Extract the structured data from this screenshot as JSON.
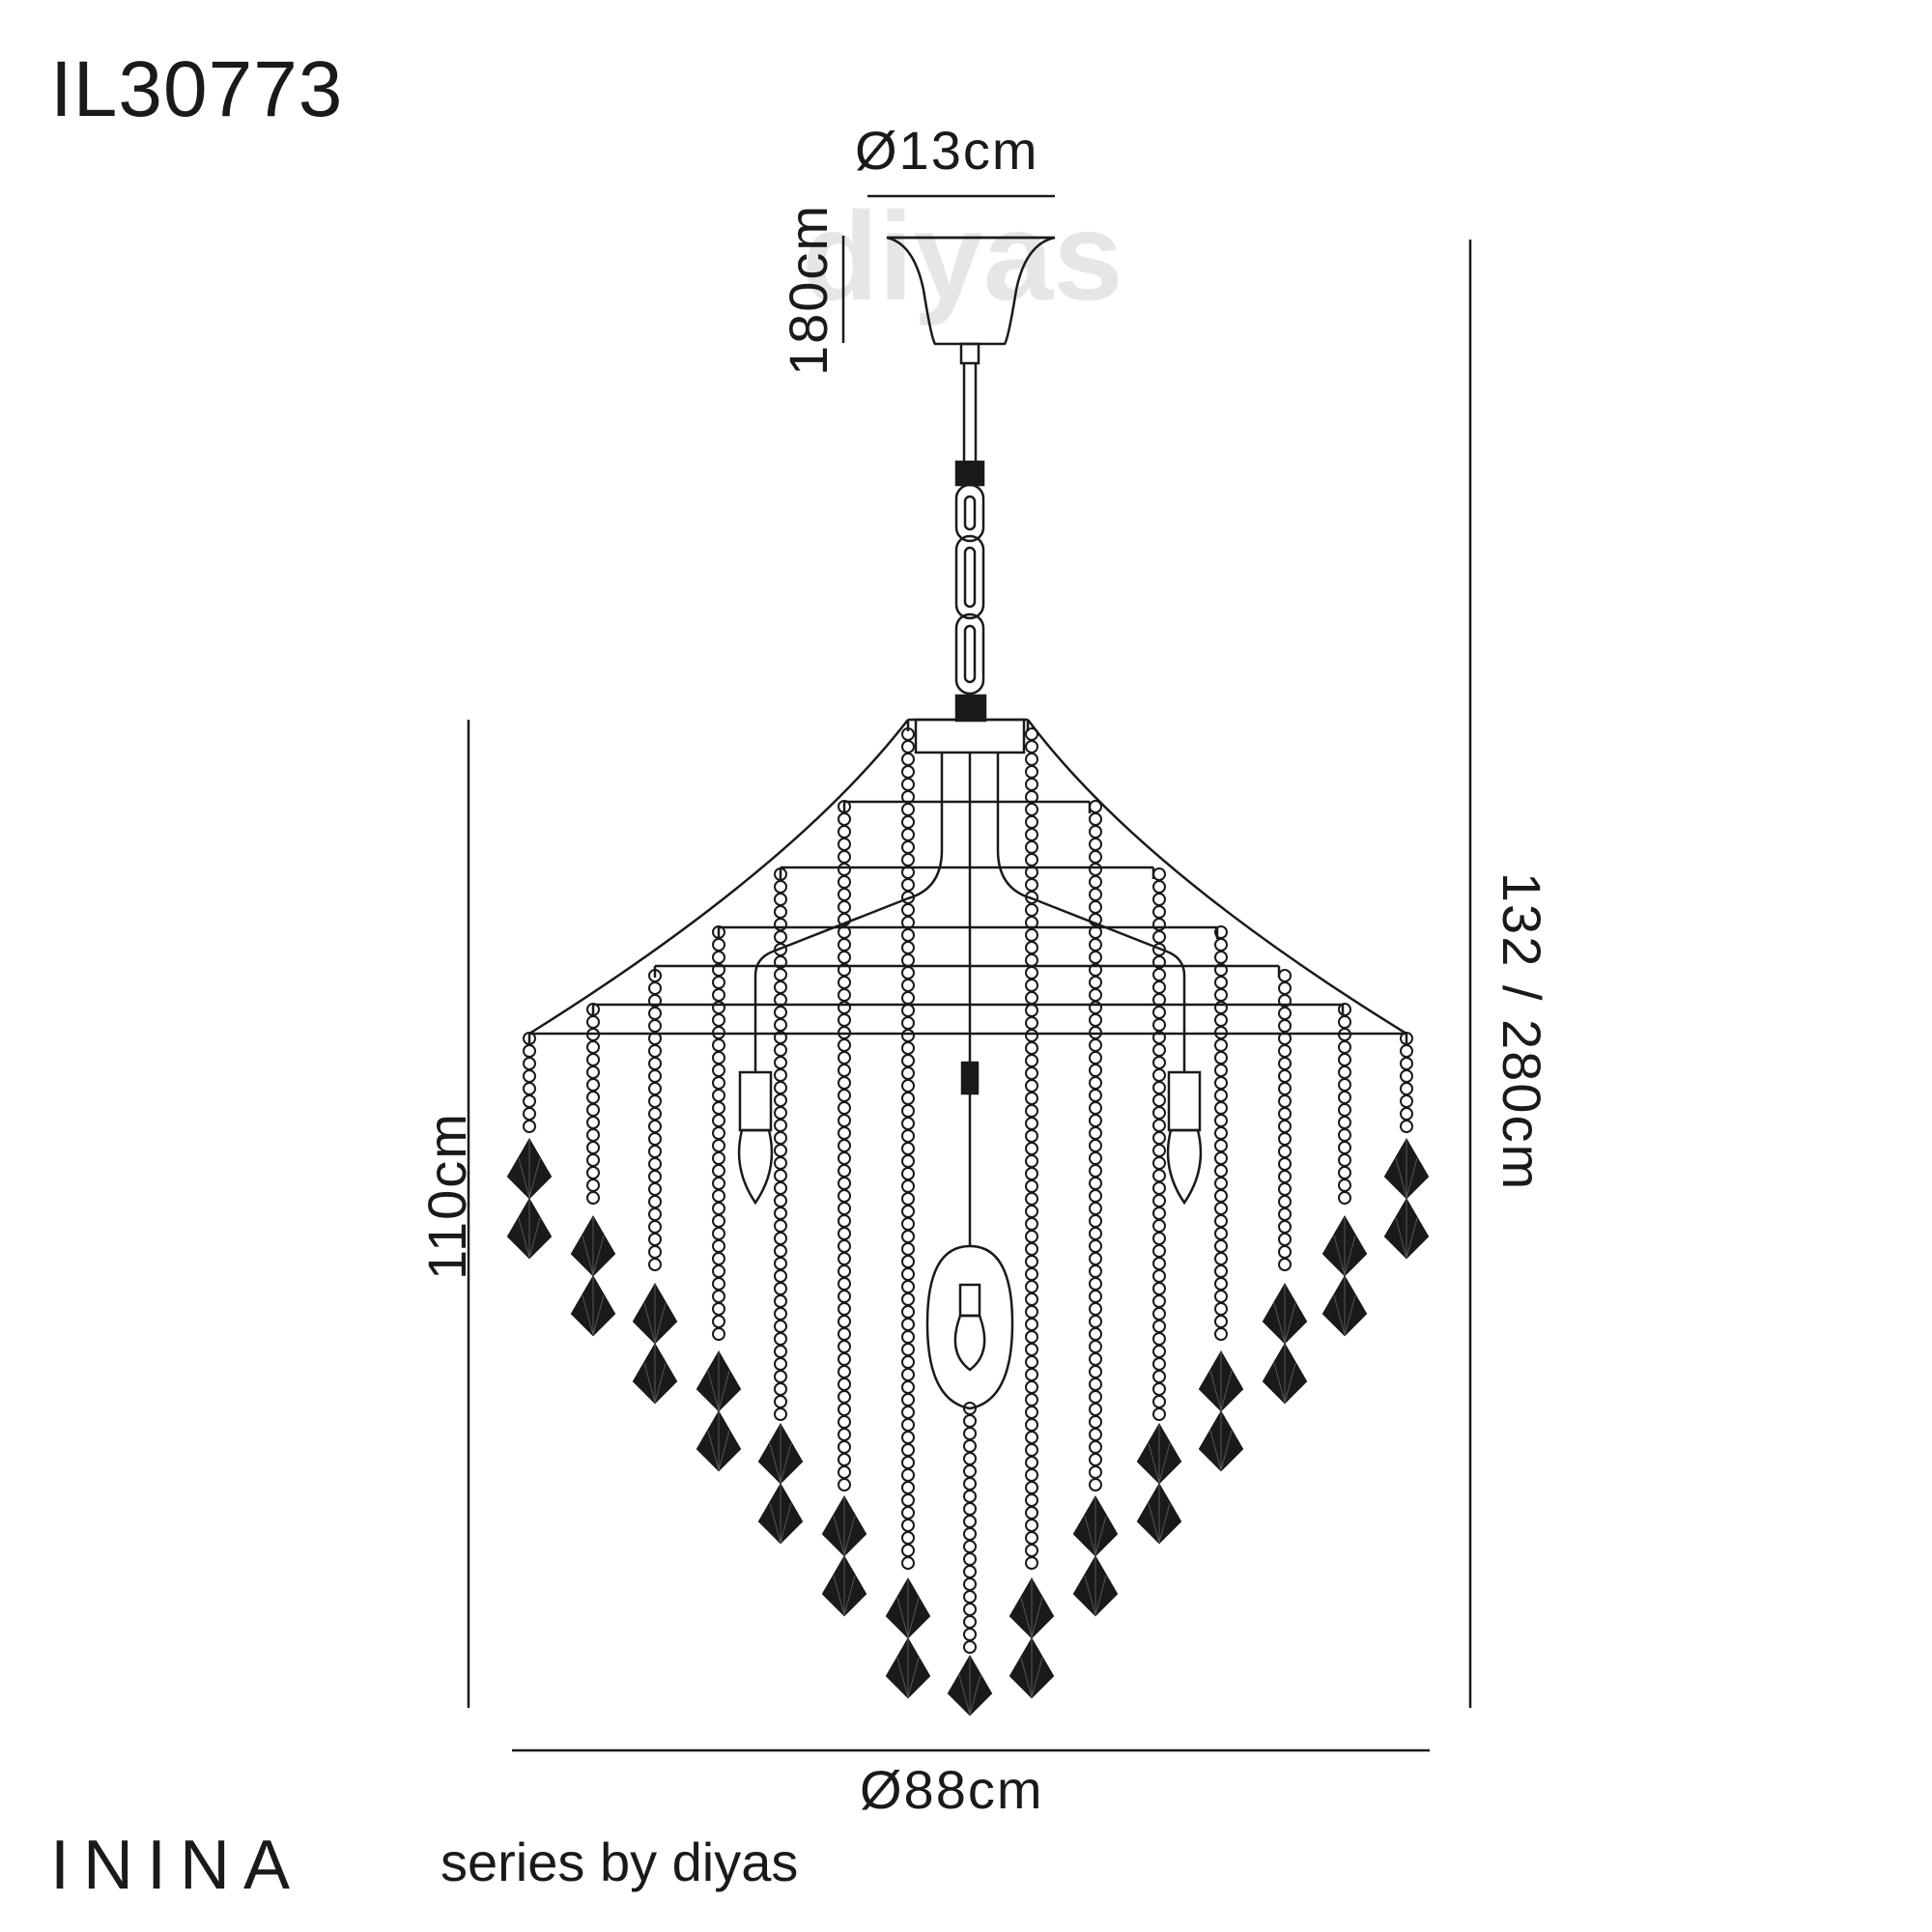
{
  "product_code": "IL30773",
  "watermark": "diyas",
  "dimensions": {
    "canopy_diameter": "Ø13cm",
    "chain_length": "180cm",
    "body_height": "110cm",
    "total_height": "132 / 280cm",
    "body_diameter": "Ø88cm"
  },
  "series": {
    "name": "ININA",
    "subtitle": "series by diyas"
  },
  "colors": {
    "line": "#1a1a1a",
    "watermark": "#e6e6e6",
    "background": "#ffffff"
  }
}
